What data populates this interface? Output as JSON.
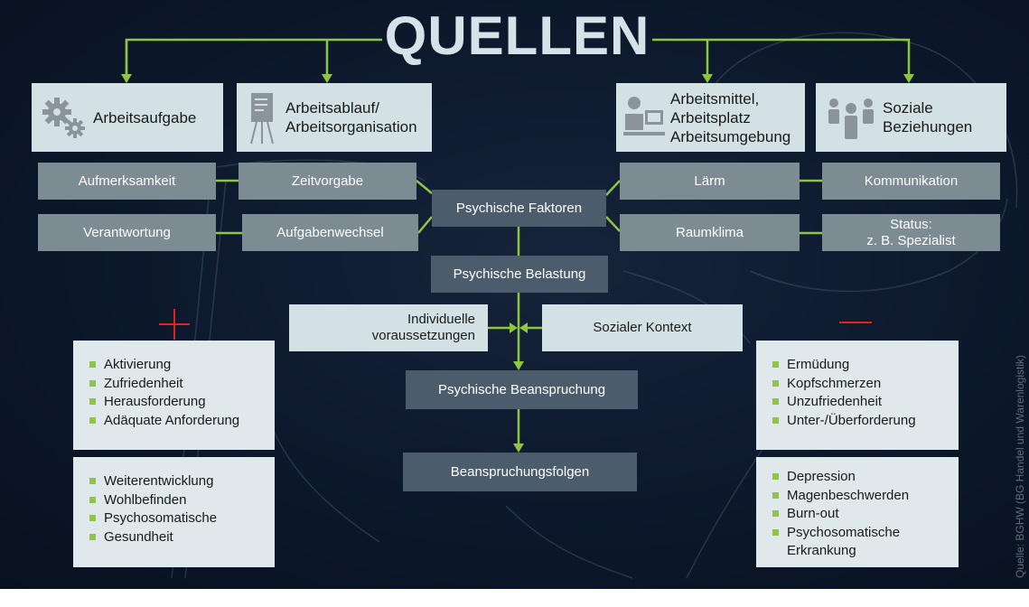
{
  "title": "QUELLEN",
  "sources": [
    {
      "label": "Arbeitsaufgabe",
      "icon": "gears-icon"
    },
    {
      "label": "Arbeitsablauf/\nArbeitsorganisation",
      "icon": "flipchart-icon"
    },
    {
      "label": "Arbeitsmittel,\nArbeitsplatz\nArbeitsumgebung",
      "icon": "computer-workstation-icon"
    },
    {
      "label": "Soziale\nBeziehungen",
      "icon": "people-group-icon"
    }
  ],
  "factors": {
    "left": [
      "Aufmerksamkeit",
      "Zeitvorgabe",
      "Verantwortung",
      "Aufgabenwechsel"
    ],
    "right": [
      "Lärm",
      "Kommunikation",
      "Raumklima",
      "Status:\nz. B. Spezialist"
    ]
  },
  "flow": {
    "psychische_faktoren": "Psychische Faktoren",
    "psychische_belastung": "Psychische Belastung",
    "individuelle": "Individuelle\nvoraussetzungen",
    "sozialer_kontext": "Sozialer Kontext",
    "psychische_beanspruchung": "Psychische Beanspruchung",
    "beanspruchungsfolgen": "Beanspruchungsfolgen"
  },
  "positive": {
    "sign": "+",
    "short_term": [
      "Aktivierung",
      "Zufriedenheit",
      "Herausforderung",
      "Adäquate Anforderung"
    ],
    "long_term": [
      "Weiterentwicklung",
      "Wohlbefinden",
      "Psychosomatische",
      "Gesundheit"
    ]
  },
  "negative": {
    "sign": "−",
    "short_term": [
      "Ermüdung",
      "Kopfschmerzen",
      "Unzufriedenheit",
      "Unter-/Überforderung"
    ],
    "long_term": [
      "Depression",
      "Magenbeschwerden",
      "Burn-out",
      "Psychosomatische\nErkrankung"
    ]
  },
  "credit": "Quelle: BGHW (BG Handel und Warenlogistik)",
  "colors": {
    "background": "#0c172a",
    "connector": "#8dc63f",
    "light_box": "#d4e1e4",
    "factor_box": "#7d8b93",
    "core_box": "#4b5d6c",
    "accent_red": "#e2231a"
  }
}
